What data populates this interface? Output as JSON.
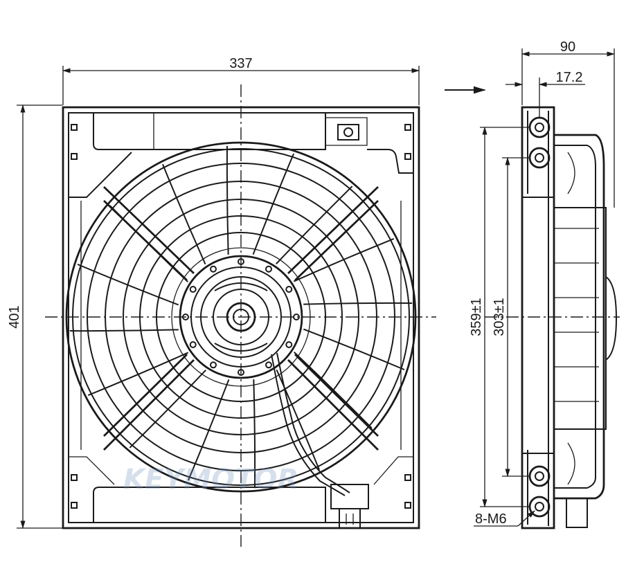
{
  "front_view": {
    "dim_width": "337",
    "dim_height": "401"
  },
  "side_view": {
    "dim_depth": "90",
    "dim_flange": "17.2",
    "dim_hole_outer": "359±1",
    "dim_hole_inner": "303±1",
    "fastener_callout": "8-M6"
  },
  "watermark": {
    "text": "KEYMOTOR",
    "color": "#6b8fc0"
  },
  "colors": {
    "line": "#1a1a1a",
    "background": "#ffffff"
  }
}
